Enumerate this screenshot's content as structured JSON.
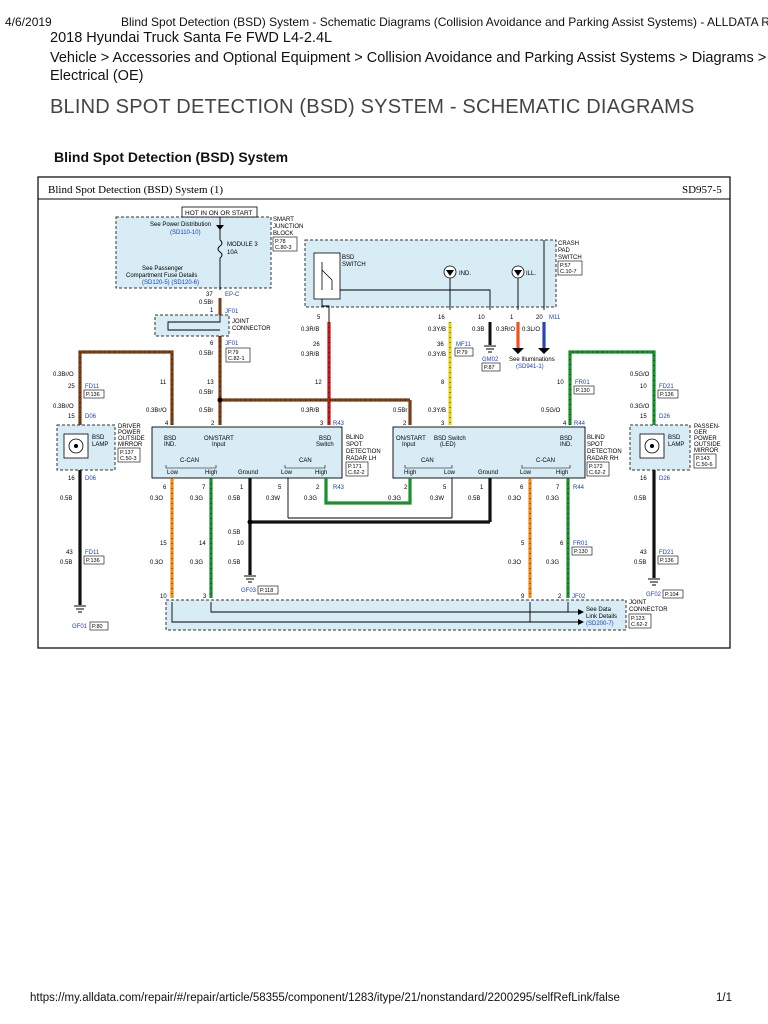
{
  "header": {
    "date": "4/6/2019",
    "title": "Blind Spot Detection (BSD) System - Schematic Diagrams (Collision Avoidance and Parking Assist Systems) - ALLDATA Repair"
  },
  "vehicle": "2018 Hyundai Truck Santa Fe FWD L4-2.4L",
  "breadcrumb_line1": "Vehicle > Accessories and Optional Equipment > Collision Avoidance and Parking Assist Systems > Diagrams >",
  "breadcrumb_line2": "Electrical (OE)",
  "page_title": "BLIND SPOT DETECTION (BSD) SYSTEM - SCHEMATIC DIAGRAMS",
  "section_title": "Blind Spot Detection (BSD) System",
  "diagram": {
    "title": "Blind Spot Detection (BSD) System (1)",
    "code": "SD957-5",
    "hot_label": "HOT IN ON OR START",
    "see_power": "See Power Distribution",
    "see_power_ref": "(SD110-10)",
    "module": "MODULE 3",
    "amp": "10A",
    "sjb": [
      "SMART",
      "JUNCTION",
      "BLOCK"
    ],
    "sjb_ref": [
      "P.78",
      "C.80-3"
    ],
    "see_passenger": "See Passenger",
    "compartment": "Compartment Fuse Details",
    "compartment_ref": "(SD120-5) (SD120-6)",
    "ep_c": "EP-C",
    "jf01": "JF01",
    "joint_connector": [
      "JOINT",
      "CONNECTOR"
    ],
    "jc_ref": [
      "P.79",
      "C.82-1"
    ],
    "crash_pad": [
      "CRASH",
      "PAD",
      "SWITCH"
    ],
    "crash_ref": [
      "P.57",
      "C.10-7"
    ],
    "bsd_switch": [
      "BSD",
      "SWITCH"
    ],
    "ind": "IND.",
    "ill": "ILL.",
    "m11": "M11",
    "mf11": "MF11",
    "mf11_ref": "P.79",
    "gm02": "GM02",
    "gm02_ref": "P.87",
    "see_illum": "See Illuminations",
    "see_illum_ref": "(SD941-1)",
    "fd11": "FD11",
    "fd11_ref": "P.136",
    "d06": "D06",
    "fr01": "FR01",
    "fr01_ref": "P.130",
    "fd21": "FD21",
    "fd21_ref": "P.136",
    "d26": "D26",
    "r43": "R43",
    "r44": "R44",
    "radar_lh": [
      "BLIND",
      "SPOT",
      "DETECTION",
      "RADAR LH"
    ],
    "radar_lh_ref": [
      "P.171",
      "C.62-2"
    ],
    "radar_rh": [
      "BLIND",
      "SPOT",
      "DETECTION",
      "RADAR RH"
    ],
    "radar_rh_ref": [
      "P.172",
      "C.62-2"
    ],
    "bsd_lamp": [
      "BSD",
      "LAMP"
    ],
    "driver_mirror": [
      "DRIVER",
      "POWER",
      "OUTSIDE",
      "MIRROR"
    ],
    "driver_mirror_ref": [
      "P.137",
      "C.50-3"
    ],
    "pass_mirror": [
      "PASSEN-",
      "GER",
      "POWER",
      "OUTSIDE",
      "MIRROR"
    ],
    "pass_mirror_ref": [
      "P.143",
      "C.50-6"
    ],
    "lh_pins_top": [
      "BSD",
      "IND.",
      "ON/START",
      "Input",
      "BSD",
      "Switch"
    ],
    "lh_pins_bottom": [
      "C-CAN",
      "Low",
      "High",
      "Ground",
      "CAN",
      "Low",
      "High"
    ],
    "rh_pins_top": [
      "ON/START",
      "Input",
      "BSD Switch",
      "(LED)",
      "BSD",
      "IND."
    ],
    "rh_pins_bottom": [
      "CAN",
      "High",
      "Low",
      "Ground",
      "C-CAN",
      "Low",
      "High"
    ],
    "gf01": "GF01",
    "gf01_ref": "P.80",
    "gf03": "GF03",
    "gf03_ref": "P.118",
    "gf02": "GF02",
    "gf02_ref": "P.104",
    "jf02": "JF02",
    "see_data": [
      "See Data",
      "Link Details"
    ],
    "see_data_ref": "(SD200-7)",
    "jc2": [
      "JOINT",
      "CONNECTOR"
    ],
    "jc2_ref": [
      "P.123",
      "C.62-2"
    ],
    "wire": {
      "w03bro": "0.3Br/O",
      "w03rb": "0.3R/B",
      "w03yb": "0.3Y/B",
      "w03b": "0.3B",
      "w03ro": "0.3R/O",
      "w03lo": "0.3L/O",
      "w05go": "0.5G/O",
      "w03go": "0.3G/O",
      "w05br": "0.5Br",
      "w03o": "0.3O",
      "w03g": "0.3G",
      "w03w": "0.3W",
      "w05b": "0.5B"
    },
    "pin": {
      "p37": "37",
      "p1": "1",
      "p6": "6",
      "p5": "5",
      "p26": "26",
      "p16": "16",
      "p36": "36",
      "p10": "10",
      "p20": "20",
      "p25": "25",
      "p15": "15",
      "p11": "11",
      "p13": "13",
      "p12": "12",
      "p8": "8",
      "p4": "4",
      "p3": "3",
      "p2": "2",
      "p7": "7",
      "p14": "14",
      "p9": "9",
      "p43": "43"
    }
  },
  "footer": {
    "url": "https://my.alldata.com/repair/#/repair/article/58355/component/1283/itype/21/nonstandard/2200295/selfRefLink/false",
    "page": "1/1"
  }
}
